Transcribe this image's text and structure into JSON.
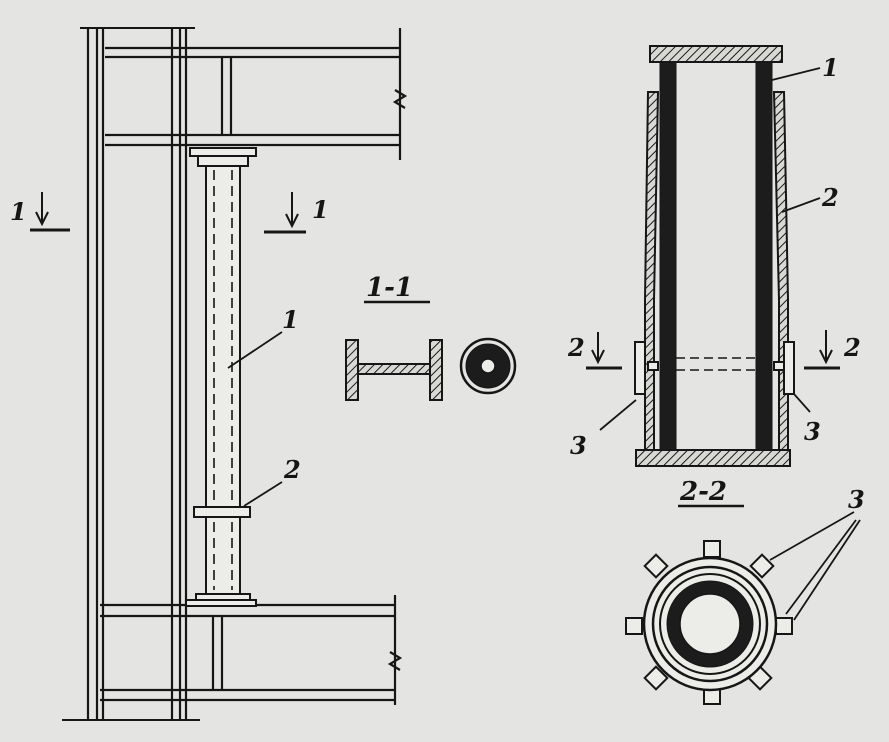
{
  "labels": {
    "cut_1_left": "1",
    "cut_1_right": "1",
    "section_1_1": "1-1",
    "part_1_left": "1",
    "part_2_left": "2",
    "part_1_right": "1",
    "part_2_right": "2",
    "cut_2_left": "2",
    "cut_2_right": "2",
    "part_3_left": "3",
    "part_3_right": "3",
    "section_2_2": "2-2",
    "part_3_section": "3"
  },
  "colors": {
    "ink": "#161616",
    "paper": "#e4e4e2"
  }
}
